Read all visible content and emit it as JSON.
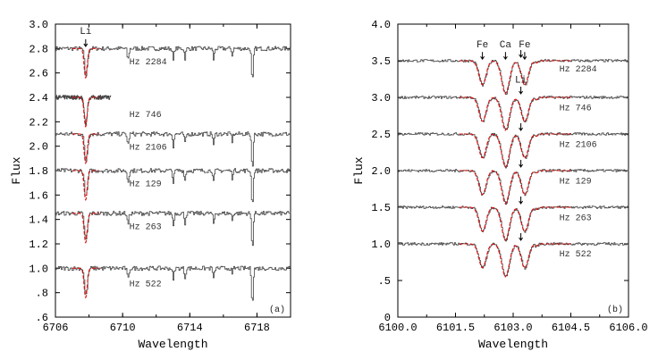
{
  "chart_data": [
    {
      "type": "line",
      "panel_label": "(a)",
      "xlabel": "Wavelength",
      "ylabel": "Flux",
      "xlim": [
        6706,
        6720
      ],
      "ylim": [
        0.6,
        3.0
      ],
      "xticks": [
        6706,
        6710,
        6714,
        6718
      ],
      "xtick_labels": [
        "6706",
        "6710",
        "6714",
        "6718"
      ],
      "yticks": [
        0.6,
        0.8,
        1.0,
        1.2,
        1.4,
        1.6,
        1.8,
        2.0,
        2.2,
        2.4,
        2.6,
        2.8,
        3.0
      ],
      "ytick_labels": [
        ".6",
        ".8",
        "1.0",
        "1.2",
        "1.4",
        "1.6",
        "1.8",
        "2.0",
        "2.2",
        "2.4",
        "2.6",
        "2.8",
        "3.0"
      ],
      "annotations": [
        {
          "text": "Li",
          "x": 6707.8
        }
      ],
      "series": [
        {
          "name": "Hz 2284",
          "offset": 2.8,
          "xmax": 6720
        },
        {
          "name": "Hz 746",
          "offset": 2.4,
          "xmax": 6709.3
        },
        {
          "name": "Hz 2106",
          "offset": 2.1,
          "xmax": 6720
        },
        {
          "name": "Hz 129",
          "offset": 1.8,
          "xmax": 6720
        },
        {
          "name": "Hz 263",
          "offset": 1.45,
          "xmax": 6720
        },
        {
          "name": "Hz 522",
          "offset": 1.0,
          "xmax": 6720
        }
      ],
      "absorption_lines": [
        {
          "x": 6707.8,
          "depth": 0.22,
          "width": 0.12
        },
        {
          "x": 6710.3,
          "depth": 0.09,
          "width": 0.07
        },
        {
          "x": 6713.0,
          "depth": 0.1,
          "width": 0.06
        },
        {
          "x": 6713.7,
          "depth": 0.08,
          "width": 0.06
        },
        {
          "x": 6715.4,
          "depth": 0.09,
          "width": 0.06
        },
        {
          "x": 6716.5,
          "depth": 0.06,
          "width": 0.05
        },
        {
          "x": 6717.7,
          "depth": 0.28,
          "width": 0.07
        }
      ],
      "fit_window": [
        6707.0,
        6708.6
      ],
      "fit_line": {
        "x": 6707.8,
        "depth": 0.24,
        "width": 0.13
      }
    },
    {
      "type": "line",
      "panel_label": "(b)",
      "xlabel": "Wavelength",
      "ylabel": "Flux",
      "xlim": [
        6100.0,
        6106.0
      ],
      "ylim": [
        0,
        4.0
      ],
      "xticks": [
        6100.0,
        6101.5,
        6103.0,
        6104.5,
        6106.0
      ],
      "xtick_labels": [
        "6100.0",
        "6101.5",
        "6103.0",
        "6104.5",
        "6106.0"
      ],
      "yticks": [
        0,
        0.5,
        1.0,
        1.5,
        2.0,
        2.5,
        3.0,
        3.5,
        4.0
      ],
      "ytick_labels": [
        "0",
        ".5",
        "1.0",
        "1.5",
        "2.0",
        "2.5",
        "3.0",
        "3.5",
        "4.0"
      ],
      "annotations": [
        {
          "text": "Fe",
          "x": 6102.2
        },
        {
          "text": "Ca",
          "x": 6102.8
        },
        {
          "text": "Fe",
          "x": 6103.3
        },
        {
          "text": "Li",
          "x": 6103.2
        }
      ],
      "series": [
        {
          "name": "Hz 2284",
          "offset": 3.5
        },
        {
          "name": "Hz 746",
          "offset": 3.0
        },
        {
          "name": "Hz 2106",
          "offset": 2.5
        },
        {
          "name": "Hz 129",
          "offset": 2.0
        },
        {
          "name": "Hz 263",
          "offset": 1.5
        },
        {
          "name": "Hz 522",
          "offset": 1.0
        }
      ],
      "absorption_lines": [
        {
          "x": 6102.2,
          "depth": 0.33,
          "width": 0.13
        },
        {
          "x": 6102.8,
          "depth": 0.45,
          "width": 0.14
        },
        {
          "x": 6103.3,
          "depth": 0.33,
          "width": 0.13
        },
        {
          "x": 6103.6,
          "depth": 0.03,
          "width": 0.06
        }
      ],
      "fit_window": [
        6101.6,
        6104.5
      ],
      "fit_line": null
    }
  ]
}
